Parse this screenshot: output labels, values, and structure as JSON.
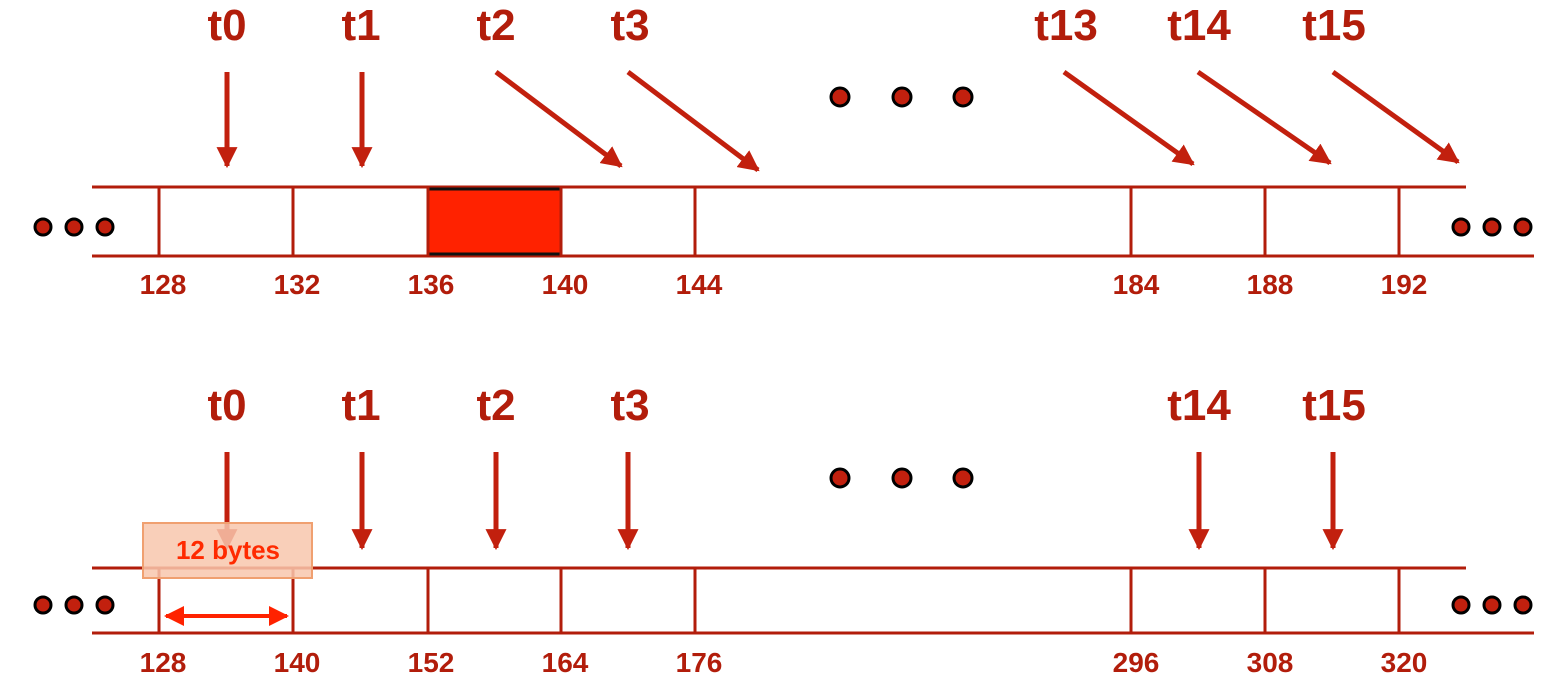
{
  "colors": {
    "accent": "#b21d0b",
    "highlight": "#ff2200",
    "bytes_text": "#ff2a00",
    "callout_fill": "#f8c7ad",
    "dot_fill": "#c2200e"
  },
  "top_diagram": {
    "threads": [
      "t0",
      "t1",
      "t2",
      "t3",
      "t13",
      "t14",
      "t15"
    ],
    "addresses": [
      "128",
      "132",
      "136",
      "140",
      "144",
      "184",
      "188",
      "192"
    ],
    "highlighted_cell": "136-140"
  },
  "bottom_diagram": {
    "threads": [
      "t0",
      "t1",
      "t2",
      "t3",
      "t14",
      "t15"
    ],
    "addresses": [
      "128",
      "140",
      "152",
      "164",
      "176",
      "296",
      "308",
      "320"
    ],
    "callout": "12 bytes"
  }
}
